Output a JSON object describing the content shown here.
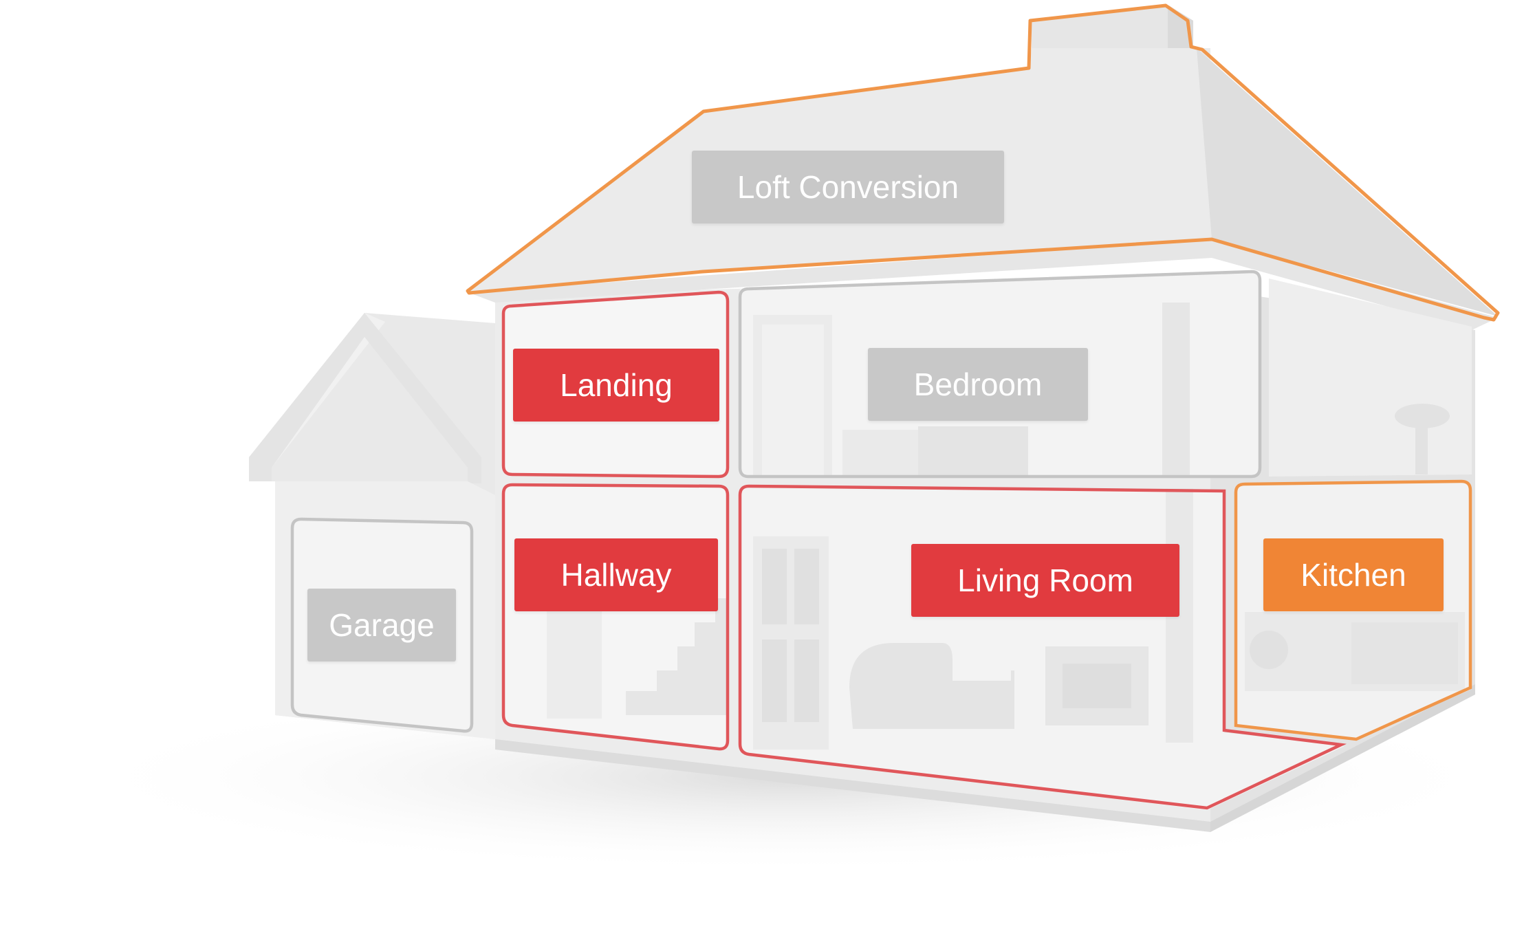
{
  "rooms": {
    "loft": {
      "label": "Loft Conversion",
      "status": "inactive"
    },
    "landing": {
      "label": "Landing",
      "status": "active"
    },
    "bedroom": {
      "label": "Bedroom",
      "status": "inactive"
    },
    "hallway": {
      "label": "Hallway",
      "status": "active"
    },
    "living_room": {
      "label": "Living Room",
      "status": "active"
    },
    "kitchen": {
      "label": "Kitchen",
      "status": "highlight"
    },
    "garage": {
      "label": "Garage",
      "status": "inactive"
    }
  },
  "colors": {
    "active": "#e13b3f",
    "inactive": "#c8c8c8",
    "highlight": "#f08535",
    "roof_outline": "#f0964a",
    "active_outline": "#e0565a",
    "inactive_outline": "#c4c4c4",
    "wall": "#ececec",
    "wall_dark": "#e2e2e2",
    "room_interior": "#f4f4f4"
  }
}
